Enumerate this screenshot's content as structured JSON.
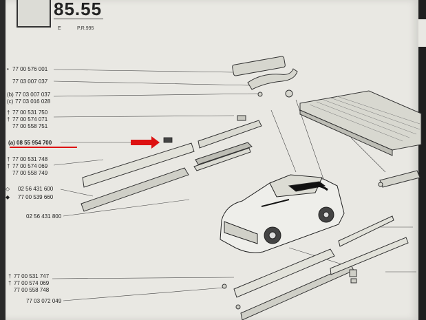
{
  "header": {
    "page_number": "85.55",
    "edition": "E",
    "reference": "P.R.995"
  },
  "labels": {
    "l01": "77 00 576 001",
    "l02": "77 03 007 037",
    "l03b_prefix": "(b)",
    "l03b": "77 03 007 037",
    "l03c_prefix": "(c)",
    "l03c": "77 03 016 028",
    "l04a": "77 00 531 750",
    "l04b": "77 00 574 071",
    "l04c": "77 00 558 751",
    "l05_prefix": "(a)",
    "l05": "08 55 954 700",
    "l06a": "77 00 531 748",
    "l06b": "77 00 574 069",
    "l06c": "77 00 558 749",
    "l07": "02 56 431 600",
    "l08": "77 00 539 660",
    "l09": "02 56 431 800",
    "l10a": "77 00 531 747",
    "l10b": "77 00 574 069",
    "l10c": "77 00 558 748",
    "l11": "77 03 072 049"
  },
  "colors": {
    "highlight": "#dd1111",
    "ink": "#222222",
    "paper": "#e9e8e3"
  },
  "icons": {
    "marker": "red-arrow-icon",
    "dagger": "dagger-symbol",
    "diamond": "diamond-symbol"
  }
}
